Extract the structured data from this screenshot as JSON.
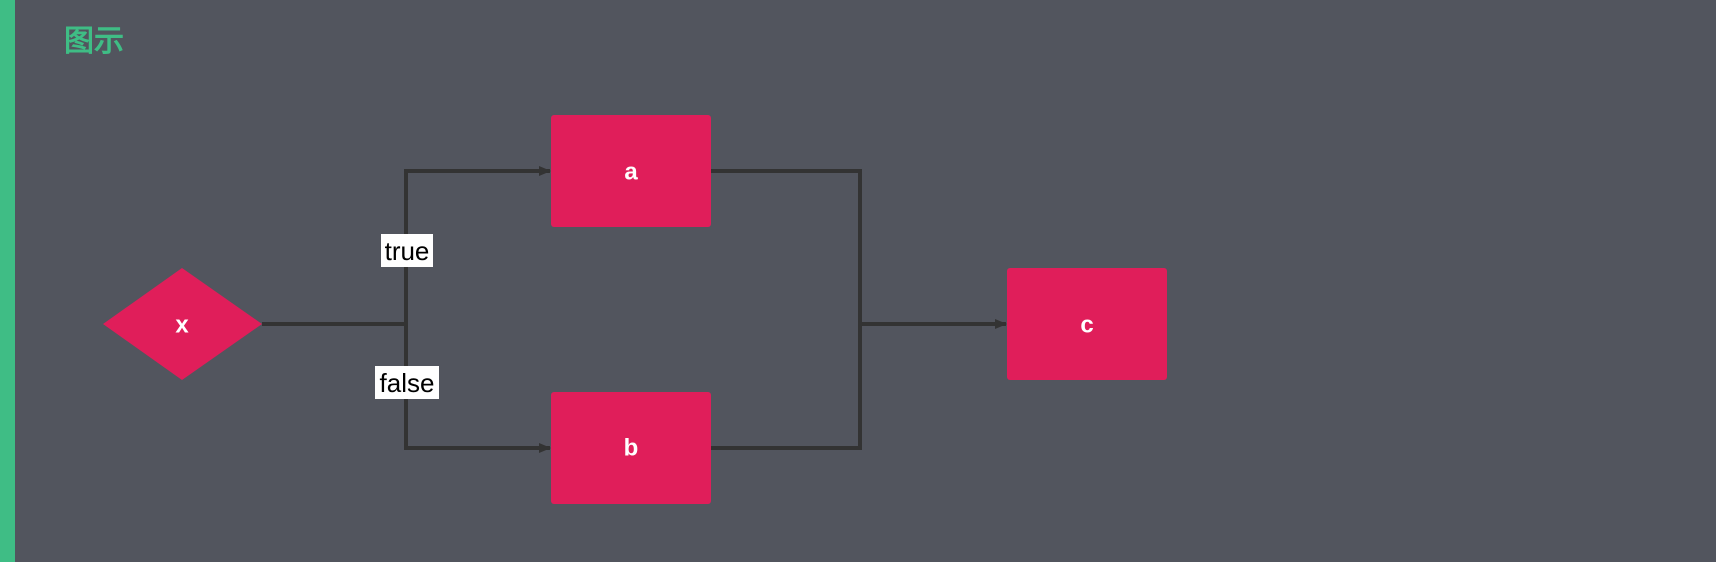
{
  "title": "图示",
  "colors": {
    "accent": "#3fbd85",
    "background": "#52555e",
    "node_fill": "#e01e5a",
    "edge": "#333333",
    "label_bg": "#ffffff"
  },
  "nodes": {
    "x": {
      "label": "x",
      "shape": "diamond"
    },
    "a": {
      "label": "a",
      "shape": "rect"
    },
    "b": {
      "label": "b",
      "shape": "rect"
    },
    "c": {
      "label": "c",
      "shape": "rect"
    }
  },
  "edges": {
    "x_a": {
      "from": "x",
      "to": "a",
      "label": "true"
    },
    "x_b": {
      "from": "x",
      "to": "b",
      "label": "false"
    },
    "a_c": {
      "from": "a",
      "to": "c",
      "label": ""
    },
    "b_c": {
      "from": "b",
      "to": "c",
      "label": ""
    }
  }
}
